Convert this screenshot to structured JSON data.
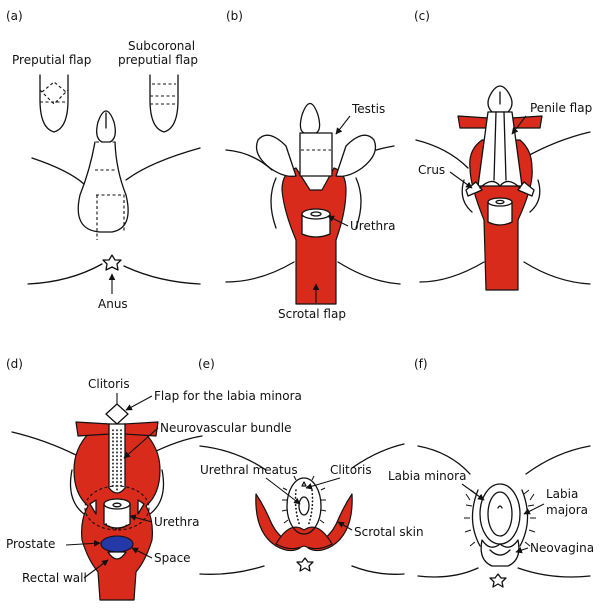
{
  "panels": {
    "a": {
      "letter": "(a)",
      "labels": {
        "preputial_flap": "Preputial flap",
        "subcoronal_1": "Subcoronal",
        "subcoronal_2": "preputial flap",
        "anus": "Anus"
      }
    },
    "b": {
      "letter": "(b)",
      "labels": {
        "testis": "Testis",
        "urethra": "Urethra",
        "scrotal_flap": "Scrotal flap"
      }
    },
    "c": {
      "letter": "(c)",
      "labels": {
        "penile_flap": "Penile flap",
        "crus": "Crus"
      }
    },
    "d": {
      "letter": "(d)",
      "labels": {
        "clitoris": "Clitoris",
        "flap_labia_minora": "Flap for the labia minora",
        "neurovascular_bundle": "Neurovascular bundle",
        "urethra": "Urethra",
        "prostate": "Prostate",
        "space": "Space",
        "rectal_wall": "Rectal wall"
      }
    },
    "e": {
      "letter": "(e)",
      "labels": {
        "urethral_meatus": "Urethral meatus",
        "clitoris": "Clitoris",
        "scrotal_skin": "Scrotal skin"
      }
    },
    "f": {
      "letter": "(f)",
      "labels": {
        "labia_minora": "Labia minora",
        "labia_majora_1": "Labia",
        "labia_majora_2": "majora",
        "neovagina": "Neovagina"
      }
    }
  },
  "colors": {
    "tissue_red": "#d92b1c",
    "space_blue": "#2438a8",
    "ink": "#111111"
  }
}
